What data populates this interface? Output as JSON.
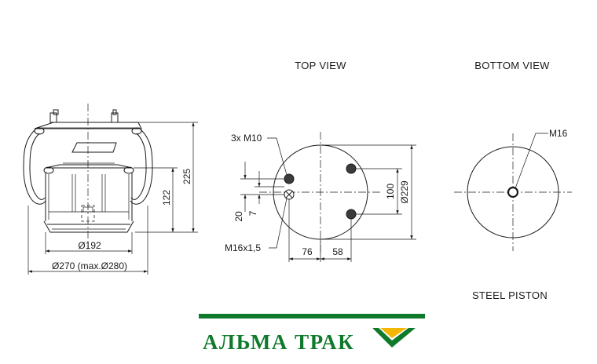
{
  "views": {
    "top_view_title": "TOP VIEW",
    "bottom_view_title": "BOTTOM VIEW",
    "piston_caption": "STEEL PISTON"
  },
  "side_view": {
    "height_total": "225",
    "height_piston": "122",
    "piston_diameter": "Ø192",
    "outer_diameter": "Ø270 (max.Ø280)"
  },
  "top_view": {
    "bolts": "3x M10",
    "air_fitting": "M16x1,5",
    "dim_20": "20",
    "dim_7": "7",
    "dim_76": "76",
    "dim_58": "58",
    "dim_100": "100",
    "dim_diameter": "Ø229"
  },
  "bottom_view": {
    "thread": "M16"
  },
  "brand": {
    "name": "АЛЬМА ТРАК",
    "color": "#0f7a2c",
    "accent_color": "#f2b705"
  }
}
